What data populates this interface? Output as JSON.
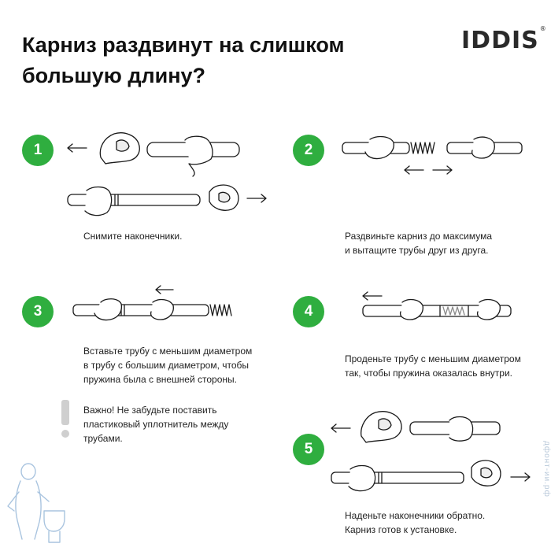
{
  "header": {
    "title_line1": "Карниз раздвинут на слишком",
    "title_line2": "большую длину?",
    "logo": "IDDIS",
    "logo_mark": "®"
  },
  "colors": {
    "accent_green": "#2fae3f",
    "line": "#1a1a1a",
    "warning_gray": "#cfcfcf"
  },
  "steps": [
    {
      "number": "1",
      "text_lines": [
        "Снимите наконечники."
      ]
    },
    {
      "number": "2",
      "text_lines": [
        "Раздвиньте карниз до максимума",
        "и вытащите трубы друг из друга."
      ]
    },
    {
      "number": "3",
      "text_lines": [
        "Вставьте трубу с меньшим диаметром",
        "в трубу с большим диаметром, чтобы",
        "пружина была с внешней стороны."
      ]
    },
    {
      "number": "4",
      "text_lines": [
        "Проденьте трубу с меньшим диаметром",
        "так, чтобы пружина оказалась внутри."
      ]
    },
    {
      "number": "5",
      "text_lines": [
        "Наденьте наконечники обратно.",
        "Карниз готов к установке."
      ]
    }
  ],
  "warning": {
    "text_lines": [
      "Важно! Не забудьте поставить",
      "пластиковый уплотнитель между",
      "трубами."
    ]
  },
  "watermark": {
    "text": "дфонт-ии.рф"
  }
}
